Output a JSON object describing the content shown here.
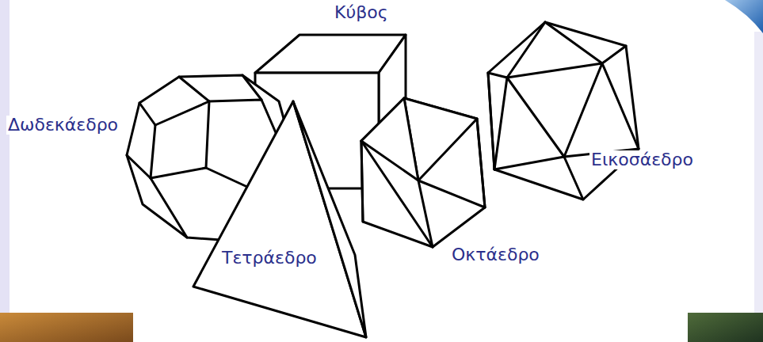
{
  "diagram": {
    "labels": [
      "Κύβος",
      "Δωδεκάεδρο",
      "Εικοσάεδρο",
      "Τετράεδρο",
      "Οκτάεδρο"
    ]
  }
}
